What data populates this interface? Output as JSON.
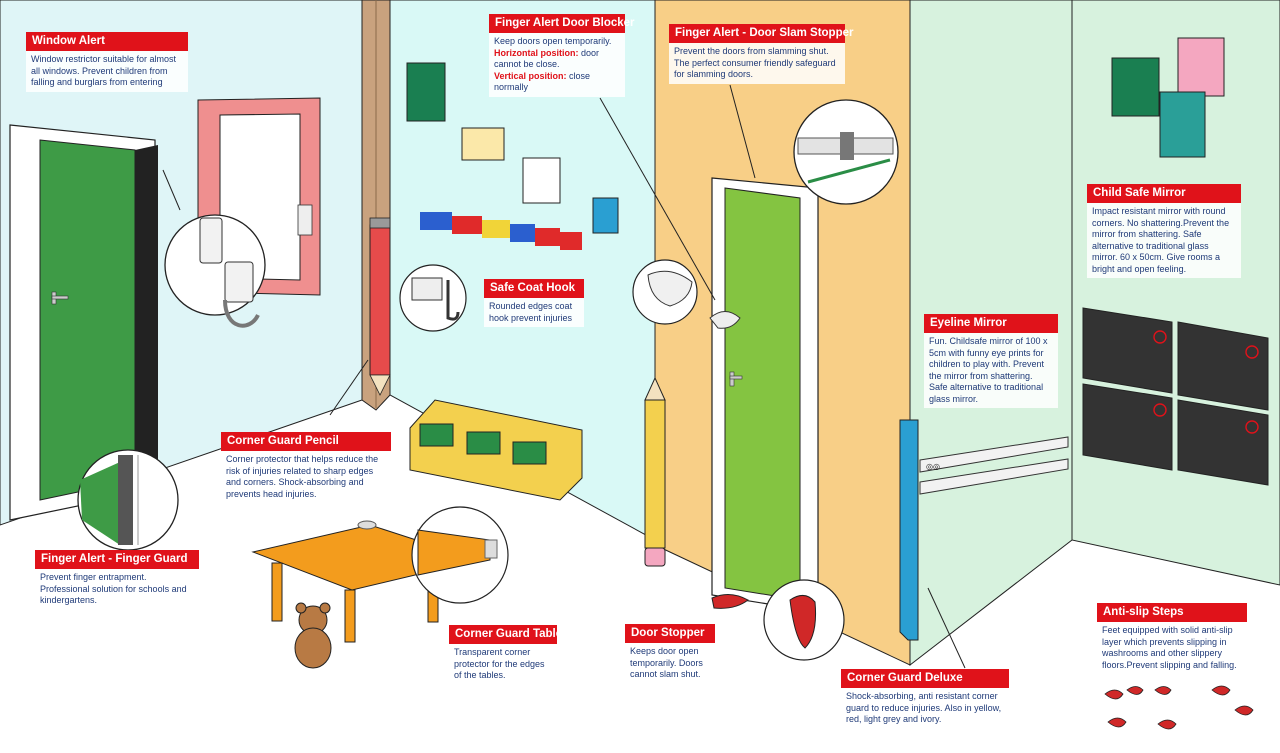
{
  "callouts": {
    "window_alert": {
      "title": "Window Alert",
      "text": "Window restrictor suitable for almost all windows. Prevent children from falling and burglars from entering"
    },
    "door_blocker": {
      "title": "Finger Alert Door Blocker",
      "line1": "Keep doors open temporarily.",
      "h_label": "Horizontal position:",
      "h_text": " door cannot be close.",
      "v_label": "Vertical position:",
      "v_text": " close normally"
    },
    "slam_stopper": {
      "title": "Finger Alert - Door Slam Stopper",
      "text": "Prevent the doors from slamming shut. The perfect consumer friendly safeguard for slamming doors."
    },
    "child_mirror": {
      "title": "Child Safe Mirror",
      "text": "Impact resistant mirror with round corners. No shattering.Prevent the mirror from shattering. Safe alternative to traditional glass mirror. 60 x 50cm. Give rooms a bright and open feeling."
    },
    "coat_hook": {
      "title": "Safe Coat Hook",
      "text": "Rounded edges coat hook prevent injuries"
    },
    "eyeline_mirror": {
      "title": "Eyeline Mirror",
      "text": "Fun. Childsafe mirror of 100 x 5cm with funny eye prints for children to play with. Prevent the mirror from shattering. Safe alternative to traditional glass mirror."
    },
    "corner_pencil": {
      "title": "Corner Guard Pencil",
      "text": "Corner protector that helps reduce the risk of injuries related to sharp edges and corners. Shock-absorbing and prevents head injuries."
    },
    "finger_guard": {
      "title": "Finger Alert - Finger Guard",
      "text": "Prevent finger entrapment. Professional solution for schools and kindergartens."
    },
    "corner_table": {
      "title": "Corner Guard Table",
      "text": "Transparent corner protector for the edges of the tables."
    },
    "door_stopper": {
      "title": "Door Stopper",
      "text": "Keeps door open temporarily. Doors cannot slam shut."
    },
    "corner_deluxe": {
      "title": "Corner Guard Deluxe",
      "text": "Shock-absorbing, anti resistant corner guard to reduce injuries. Also in yellow, red, light grey and ivory."
    },
    "anti_slip": {
      "title": "Anti-slip Steps",
      "text": "Feet equipped with solid anti-slip layer which prevents slipping in washrooms and other slippery floors.Prevent slipping and falling."
    }
  },
  "colors": {
    "callout_red": "#e0121a",
    "callout_text": "#1f3a78",
    "wall_left": "#dff5f7",
    "wall_back": "#d9f9f6",
    "wall_door": "#f8cf87",
    "wall_right": "#d7f2de",
    "door_green": "#3e9b46",
    "hallway_green": "#84c441",
    "pencil_red": "#e64b4b",
    "pencil_yellow": "#f3d04e",
    "table_orange": "#f39c1d"
  }
}
